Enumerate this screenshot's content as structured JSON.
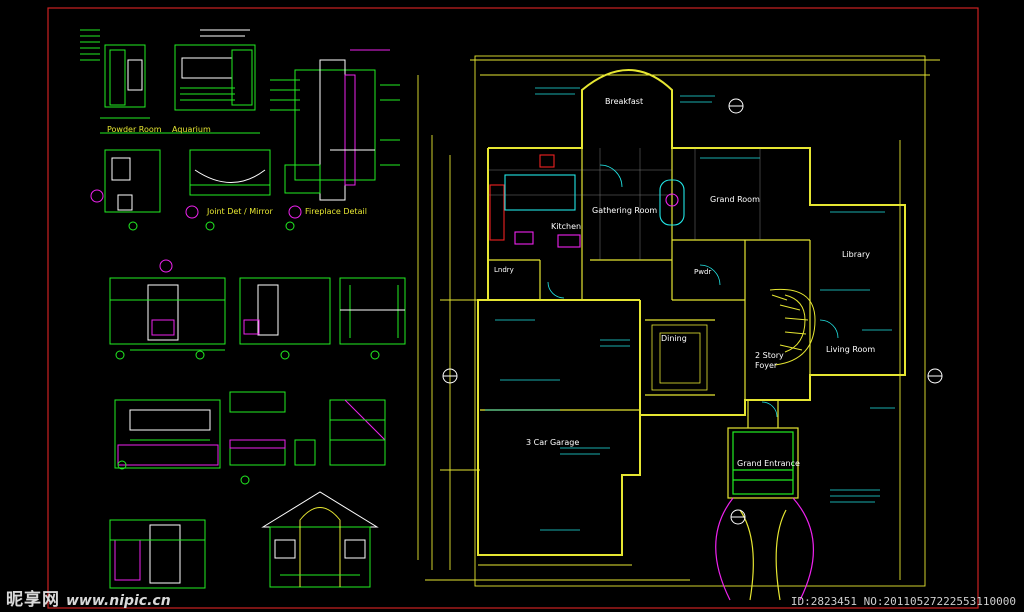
{
  "details": {
    "powder_room": "Powder Room",
    "aquarium": "Aquarium",
    "joint_det_mirror": "Joint Det / Mirror",
    "fireplace_detail": "Fireplace Detail"
  },
  "rooms": {
    "breakfast": "Breakfast",
    "grand_room": "Grand Room",
    "gathering_room": "Gathering Room",
    "kitchen": "Kitchen",
    "library": "Library",
    "laundry": "Lndry",
    "pwdr": "Pwdr",
    "dining": "Dining",
    "two_story_foyer_line1": "2 Story",
    "two_story_foyer_line2": "Foyer",
    "living_room": "Living Room",
    "garage": "3 Car Garage",
    "grand_entrance": "Grand Entrance"
  },
  "footer": {
    "id_text": "ID:2823451 NO:20110527222553110000"
  },
  "watermark": {
    "brand": "昵享网",
    "url": "www.nipic.cn"
  },
  "colors": {
    "background": "#000000",
    "frame": "#cc2222",
    "wall": "#e6e632",
    "detail_green": "#22ee22",
    "dimension_cyan": "#22e6e6",
    "magenta": "#ee22ee",
    "red": "#ee2222",
    "white": "#ffffff"
  }
}
